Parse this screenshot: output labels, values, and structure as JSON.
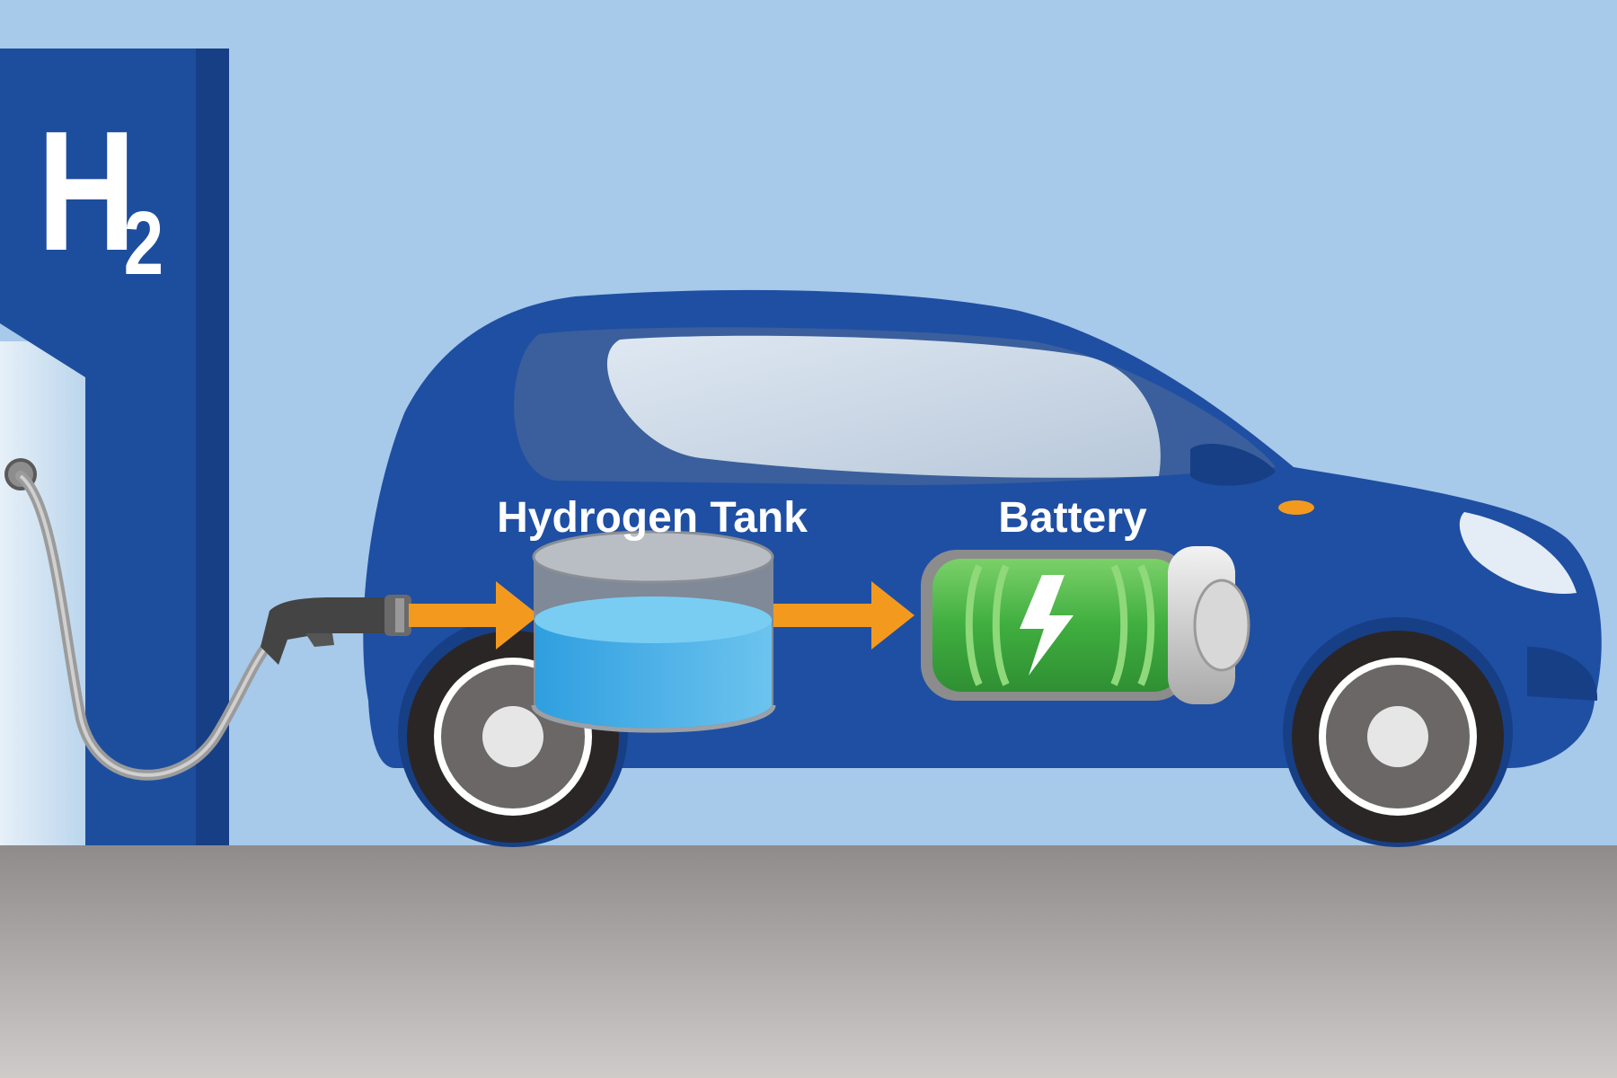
{
  "station": {
    "sign": "H",
    "subscript": "2"
  },
  "labels": {
    "tank": "Hydrogen Tank",
    "battery": "Battery"
  },
  "colors": {
    "sky": "#a7c9ea",
    "station_blue": "#1d4e9e",
    "car_blue": "#1f4fa3",
    "arrow_orange": "#f39a1e",
    "battery_green": "#4db84a",
    "water_blue": "#4ab0e6",
    "ground": "#a09d9d"
  }
}
